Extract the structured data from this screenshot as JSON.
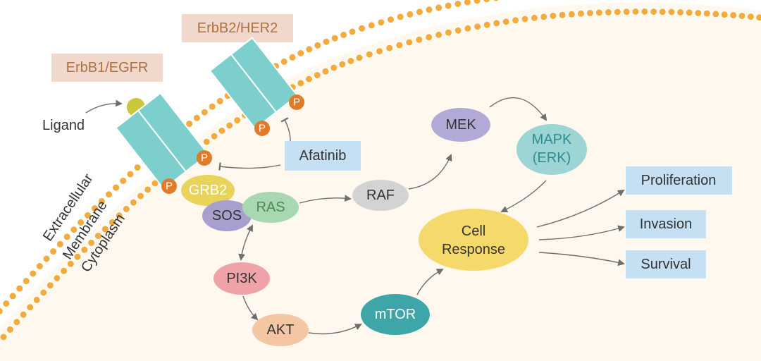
{
  "receptors": {
    "egfr_label": "ErbB1/EGFR",
    "her2_label": "ErbB2/HER2"
  },
  "labels": {
    "ligand": "Ligand",
    "extracellular": "Extracellular",
    "membrane": "Membrane",
    "cytoplasm": "Cytoplasm",
    "phospho": "P"
  },
  "drug": {
    "name": "Afatinib"
  },
  "nodes": {
    "grb2": "GRB2",
    "sos": "SOS",
    "ras": "RAS",
    "raf": "RAF",
    "mek": "MEK",
    "mapk_line1": "MAPK",
    "mapk_line2": "(ERK)",
    "pi3k": "PI3K",
    "akt": "AKT",
    "mtor": "mTOR",
    "cell_line1": "Cell",
    "cell_line2": "Response"
  },
  "outcomes": {
    "proliferation": "Proliferation",
    "invasion": "Invasion",
    "survival": "Survival"
  },
  "colors": {
    "receptor": "#7ccfcc",
    "receptor_label_bg": "#f0d9cc",
    "receptor_label_text": "#b0703f",
    "phospho": "#e07b2a",
    "ligand": "#c9c73a",
    "membrane_bead": "#f2ab3c",
    "cytoplasm_bg": "#fef8ee",
    "drug_bg": "#c5e0f2",
    "outcome_bg": "#c5e0f2",
    "grb2": "#e9d35b",
    "sos": "#a89fcf",
    "ras": "#a7d8b2",
    "raf": "#d3d3d3",
    "mek": "#b3a9d6",
    "mapk": "#9dd5d5",
    "pi3k": "#efa3a8",
    "akt": "#f5c6a4",
    "mtor": "#3ea6a9",
    "cell_response": "#f6d96b"
  }
}
